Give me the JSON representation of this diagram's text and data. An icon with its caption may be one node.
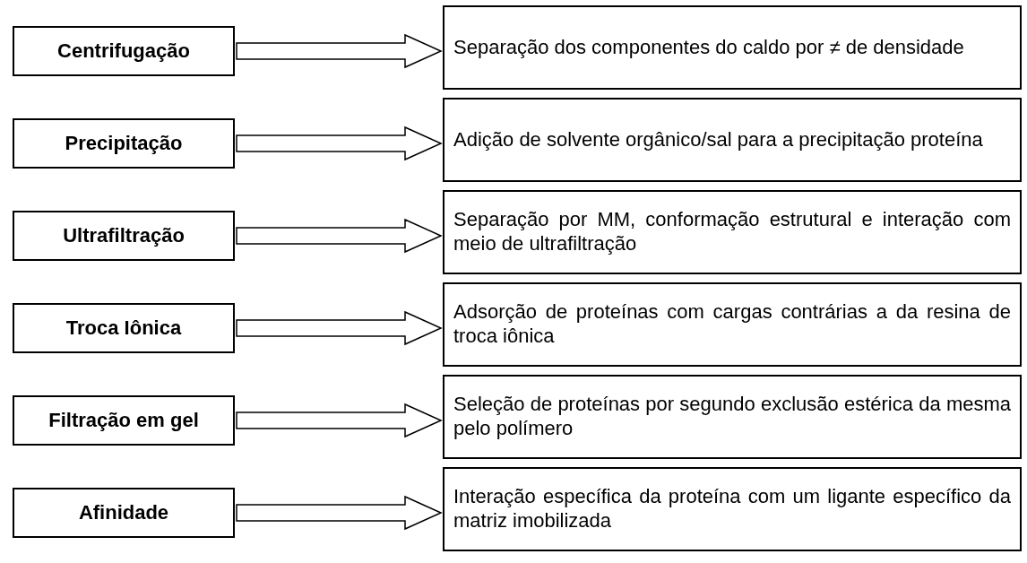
{
  "diagram": {
    "nodes": [
      {
        "text": [
          "Centrifugação"
        ]
      },
      {
        "text": [
          "Precipitação"
        ]
      },
      {
        "text": [
          "Ultrafiltração"
        ]
      },
      {
        "text": [
          "Troca Iônica"
        ]
      },
      {
        "text": [
          "Filtração em gel"
        ]
      },
      {
        "text": [
          "Afinidade"
        ]
      },
      {
        "text": [
          "Separação dos componentes do caldo por ≠ de densidade"
        ]
      },
      {
        "text": [
          "Adição de solvente orgânico/sal para a precipitação proteína"
        ]
      },
      {
        "text": [
          "Separação por MM, conformação estrutural e interação com meio de ultrafiltração"
        ]
      },
      {
        "text": [
          "Adsorção de proteínas com cargas contrárias a da resina de troca iônica"
        ]
      },
      {
        "text": [
          "Seleção de proteínas por segundo exclusão estérica da mesma pelo polímero"
        ]
      },
      {
        "text": [
          "Interação específica da proteína com um ligante específico da matriz imobilizada"
        ]
      }
    ],
    "edges": [
      {
        "from": 0,
        "to": 6,
        "arrow": "to"
      },
      {
        "from": 1,
        "to": 7,
        "arrow": "to"
      },
      {
        "from": 2,
        "to": 8,
        "arrow": "to"
      },
      {
        "from": 3,
        "to": 9,
        "arrow": "to"
      },
      {
        "from": 4,
        "to": 10,
        "arrow": "to"
      },
      {
        "from": 5,
        "to": 11,
        "arrow": "to"
      }
    ]
  }
}
